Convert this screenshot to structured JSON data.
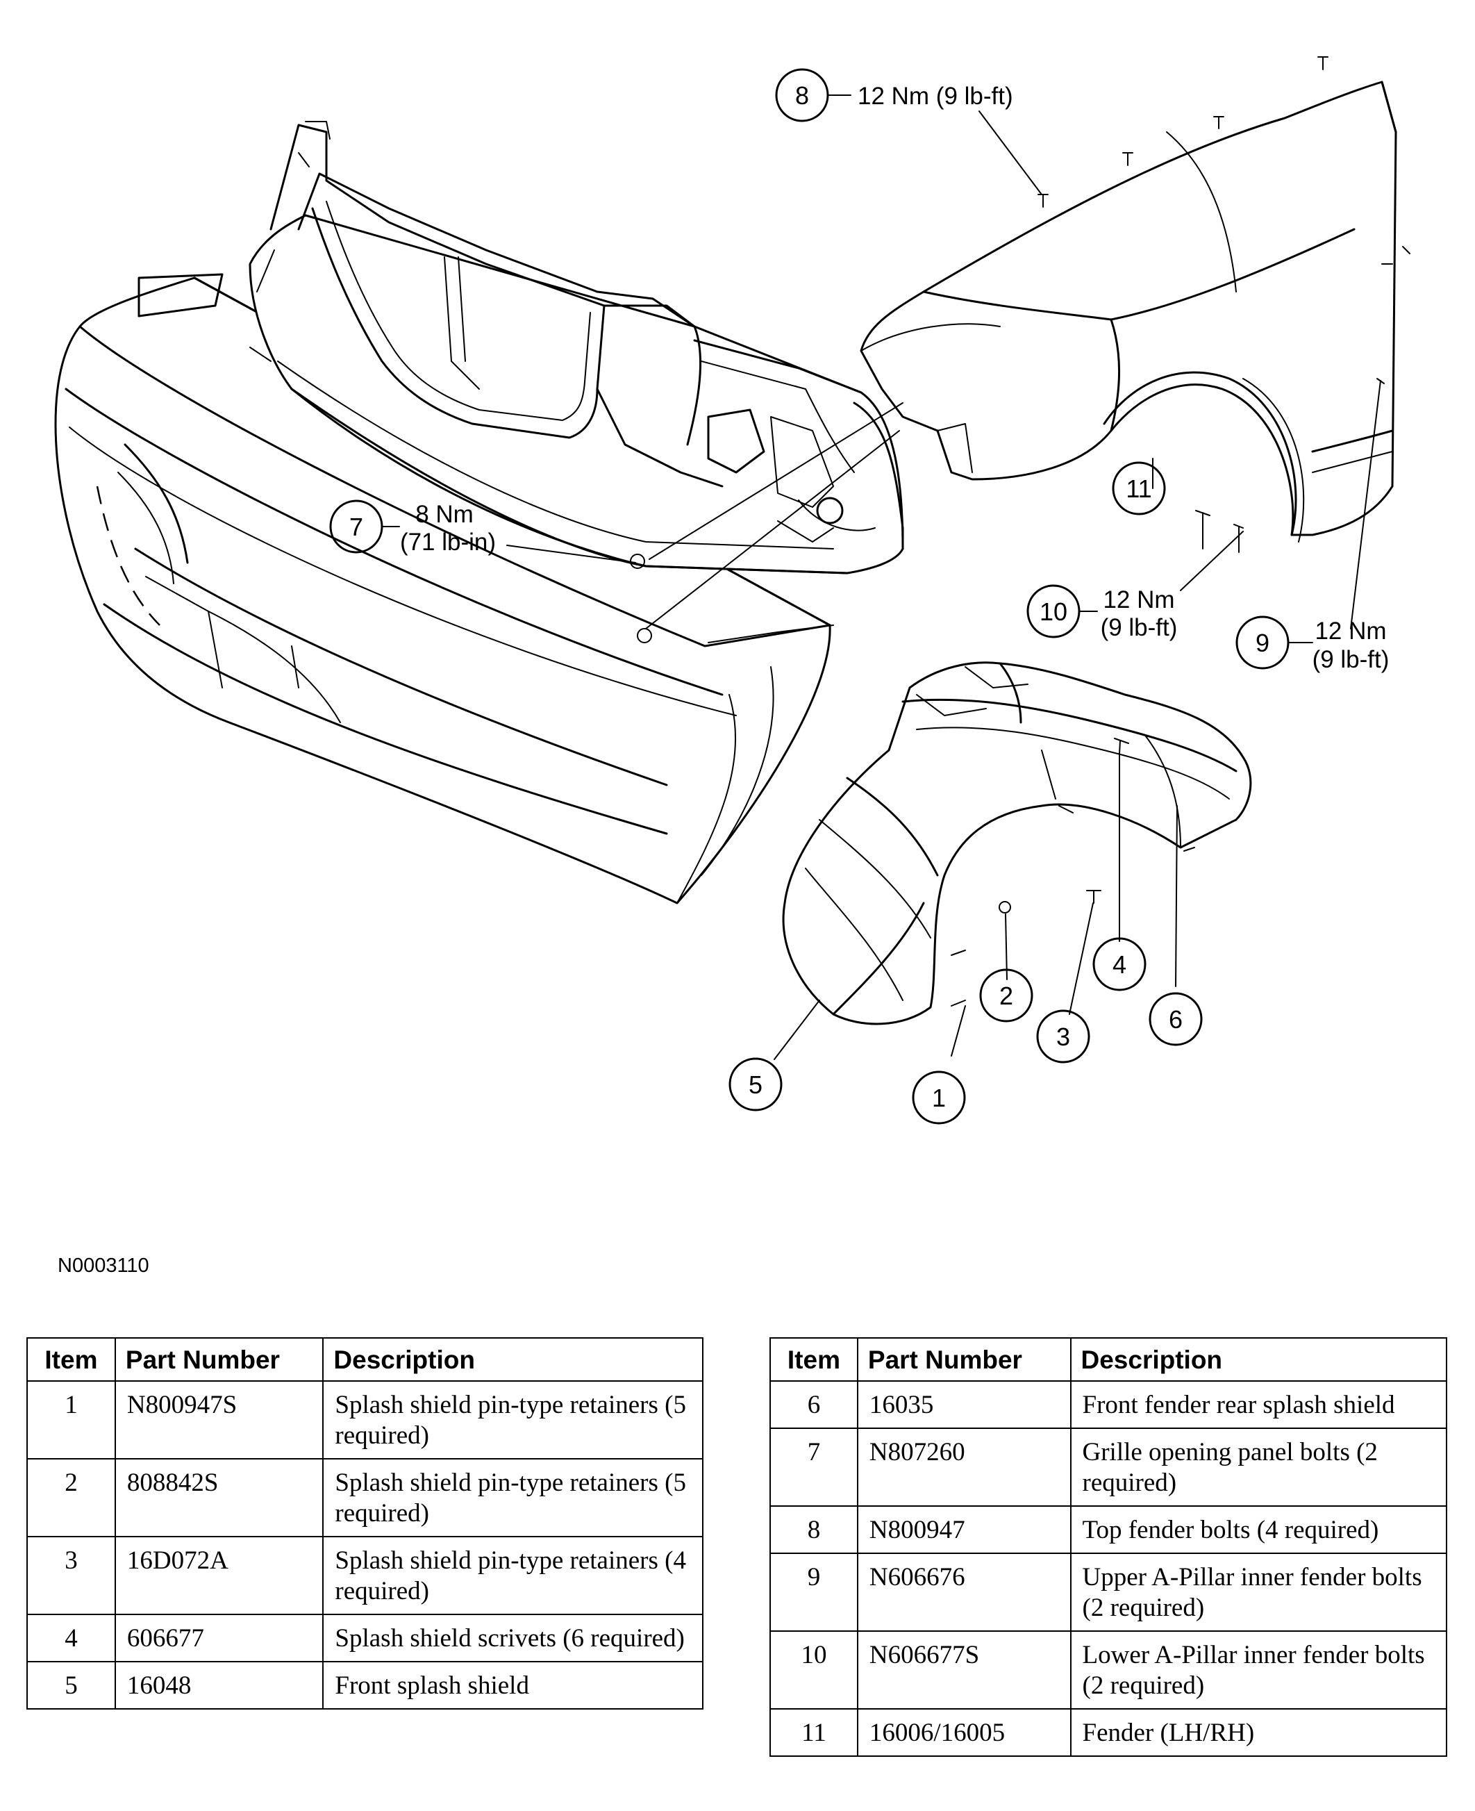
{
  "callouts": [
    {
      "num": "1"
    },
    {
      "num": "2"
    },
    {
      "num": "3"
    },
    {
      "num": "4"
    },
    {
      "num": "5"
    },
    {
      "num": "6"
    },
    {
      "num": "7",
      "line1": "8 Nm",
      "line2": "(71 lb-in)"
    },
    {
      "num": "8",
      "line1": "12 Nm (9 lb-ft)"
    },
    {
      "num": "9",
      "line1": "12 Nm",
      "line2": "(9 lb-ft)"
    },
    {
      "num": "10",
      "line1": "12 Nm",
      "line2": "(9 lb-ft)"
    },
    {
      "num": "11"
    }
  ],
  "figure_code": "N0003110",
  "table_headers": {
    "item": "Item",
    "part_number": "Part Number",
    "description": "Description"
  },
  "parts_left": [
    {
      "item": "1",
      "part": "N800947S",
      "desc": "Splash shield pin-type retainers (5 required)"
    },
    {
      "item": "2",
      "part": "808842S",
      "desc": "Splash shield pin-type retainers (5 required)"
    },
    {
      "item": "3",
      "part": "16D072A",
      "desc": "Splash shield pin-type retainers (4 required)"
    },
    {
      "item": "4",
      "part": "606677",
      "desc": "Splash shield scrivets (6 required)"
    },
    {
      "item": "5",
      "part": "16048",
      "desc": "Front splash shield"
    }
  ],
  "parts_right": [
    {
      "item": "6",
      "part": "16035",
      "desc": "Front fender rear splash shield"
    },
    {
      "item": "7",
      "part": "N807260",
      "desc": "Grille opening panel bolts (2 required)"
    },
    {
      "item": "8",
      "part": "N800947",
      "desc": "Top fender bolts (4 required)"
    },
    {
      "item": "9",
      "part": "N606676",
      "desc": "Upper A-Pillar inner fender bolts (2 required)"
    },
    {
      "item": "10",
      "part": "N606677S",
      "desc": "Lower A-Pillar inner fender bolts (2 required)"
    },
    {
      "item": "11",
      "part": "16006/16005",
      "desc": "Fender (LH/RH)"
    }
  ]
}
